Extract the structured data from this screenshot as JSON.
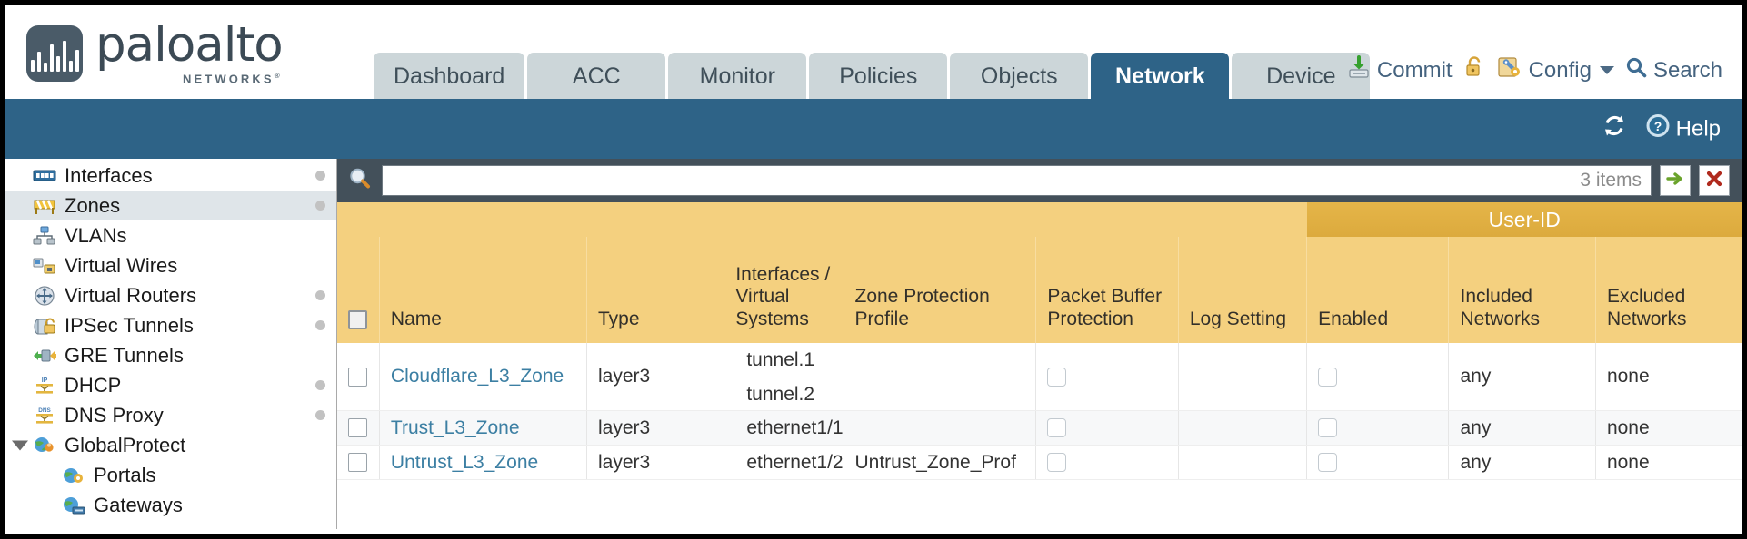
{
  "brand": {
    "name": "paloalto",
    "tagline": "NETWORKS",
    "registered": "®",
    "logo_icon": "waveform-logo-icon"
  },
  "nav": {
    "tabs": [
      {
        "label": "Dashboard",
        "active": false
      },
      {
        "label": "ACC",
        "active": false
      },
      {
        "label": "Monitor",
        "active": false
      },
      {
        "label": "Policies",
        "active": false
      },
      {
        "label": "Objects",
        "active": false
      },
      {
        "label": "Network",
        "active": true
      },
      {
        "label": "Device",
        "active": false
      }
    ]
  },
  "utility": {
    "commit_label": "Commit",
    "commit_icon": "commit-save-icon",
    "lock_icon": "padlock-icon",
    "config_label": "Config",
    "config_icon": "config-wrench-icon",
    "config_caret": "chevron-down-icon",
    "search_label": "Search",
    "search_icon": "magnifier-icon"
  },
  "band": {
    "refresh_icon": "refresh-icon",
    "help_label": "Help",
    "help_icon": "help-question-icon"
  },
  "sidebar": {
    "items": [
      {
        "label": "Interfaces",
        "icon": "interfaces-icon",
        "dot": true,
        "selected": false,
        "child": false,
        "expander": false
      },
      {
        "label": "Zones",
        "icon": "zones-icon",
        "dot": true,
        "selected": true,
        "child": false,
        "expander": false
      },
      {
        "label": "VLANs",
        "icon": "vlans-icon",
        "dot": false,
        "selected": false,
        "child": false,
        "expander": false
      },
      {
        "label": "Virtual Wires",
        "icon": "virtual-wires-icon",
        "dot": false,
        "selected": false,
        "child": false,
        "expander": false
      },
      {
        "label": "Virtual Routers",
        "icon": "virtual-routers-icon",
        "dot": true,
        "selected": false,
        "child": false,
        "expander": false
      },
      {
        "label": "IPSec Tunnels",
        "icon": "ipsec-tunnels-icon",
        "dot": true,
        "selected": false,
        "child": false,
        "expander": false
      },
      {
        "label": "GRE Tunnels",
        "icon": "gre-tunnels-icon",
        "dot": false,
        "selected": false,
        "child": false,
        "expander": false
      },
      {
        "label": "DHCP",
        "icon": "dhcp-icon",
        "dot": true,
        "selected": false,
        "child": false,
        "expander": false
      },
      {
        "label": "DNS Proxy",
        "icon": "dns-proxy-icon",
        "dot": true,
        "selected": false,
        "child": false,
        "expander": false
      },
      {
        "label": "GlobalProtect",
        "icon": "globalprotect-icon",
        "dot": false,
        "selected": false,
        "child": false,
        "expander": true
      },
      {
        "label": "Portals",
        "icon": "portals-icon",
        "dot": false,
        "selected": false,
        "child": true,
        "expander": false
      },
      {
        "label": "Gateways",
        "icon": "gateways-icon",
        "dot": false,
        "selected": false,
        "child": true,
        "expander": false
      }
    ]
  },
  "search": {
    "icon": "search-magnifier-icon",
    "value": "",
    "placeholder": "",
    "items_count": "3 items",
    "apply_icon": "green-arrow-icon",
    "clear_icon": "red-x-icon"
  },
  "table": {
    "group_header": {
      "label": "User-ID",
      "spans": [
        "Enabled",
        "Included Networks",
        "Excluded Networks"
      ]
    },
    "columns": [
      {
        "key": "checkbox",
        "label": ""
      },
      {
        "key": "name",
        "label": "Name"
      },
      {
        "key": "type",
        "label": "Type"
      },
      {
        "key": "intf",
        "label": "Interfaces / Virtual Systems"
      },
      {
        "key": "zpp",
        "label": "Zone Protection Profile"
      },
      {
        "key": "pbp",
        "label": "Packet Buffer Protection"
      },
      {
        "key": "log",
        "label": "Log Setting"
      },
      {
        "key": "enabled",
        "label": "Enabled"
      },
      {
        "key": "included",
        "label": "Included Networks"
      },
      {
        "key": "excluded",
        "label": "Excluded Networks"
      }
    ],
    "rows": [
      {
        "checked": false,
        "name": "Cloudflare_L3_Zone",
        "type": "layer3",
        "interfaces": [
          "tunnel.1",
          "tunnel.2"
        ],
        "zone_protection_profile": "",
        "packet_buffer_protection": false,
        "log_setting": "",
        "userid_enabled": false,
        "included_networks": "any",
        "excluded_networks": "none"
      },
      {
        "checked": false,
        "name": "Trust_L3_Zone",
        "type": "layer3",
        "interfaces": [
          "ethernet1/1"
        ],
        "zone_protection_profile": "",
        "packet_buffer_protection": false,
        "log_setting": "",
        "userid_enabled": false,
        "included_networks": "any",
        "excluded_networks": "none"
      },
      {
        "checked": false,
        "name": "Untrust_L3_Zone",
        "type": "layer3",
        "interfaces": [
          "ethernet1/2"
        ],
        "zone_protection_profile": "Untrust_Zone_Prof",
        "packet_buffer_protection": false,
        "log_setting": "",
        "userid_enabled": false,
        "included_networks": "any",
        "excluded_networks": "none"
      }
    ]
  },
  "colors": {
    "brand_blue": "#2e6387",
    "tab_inactive": "#ccd6d9",
    "table_header_gold": "#f4d07f",
    "group_header_gold": "#dcaa3d",
    "search_strip": "#43505a",
    "link_teal": "#3c7fa3",
    "sidebar_selected": "#dfe5e9"
  }
}
